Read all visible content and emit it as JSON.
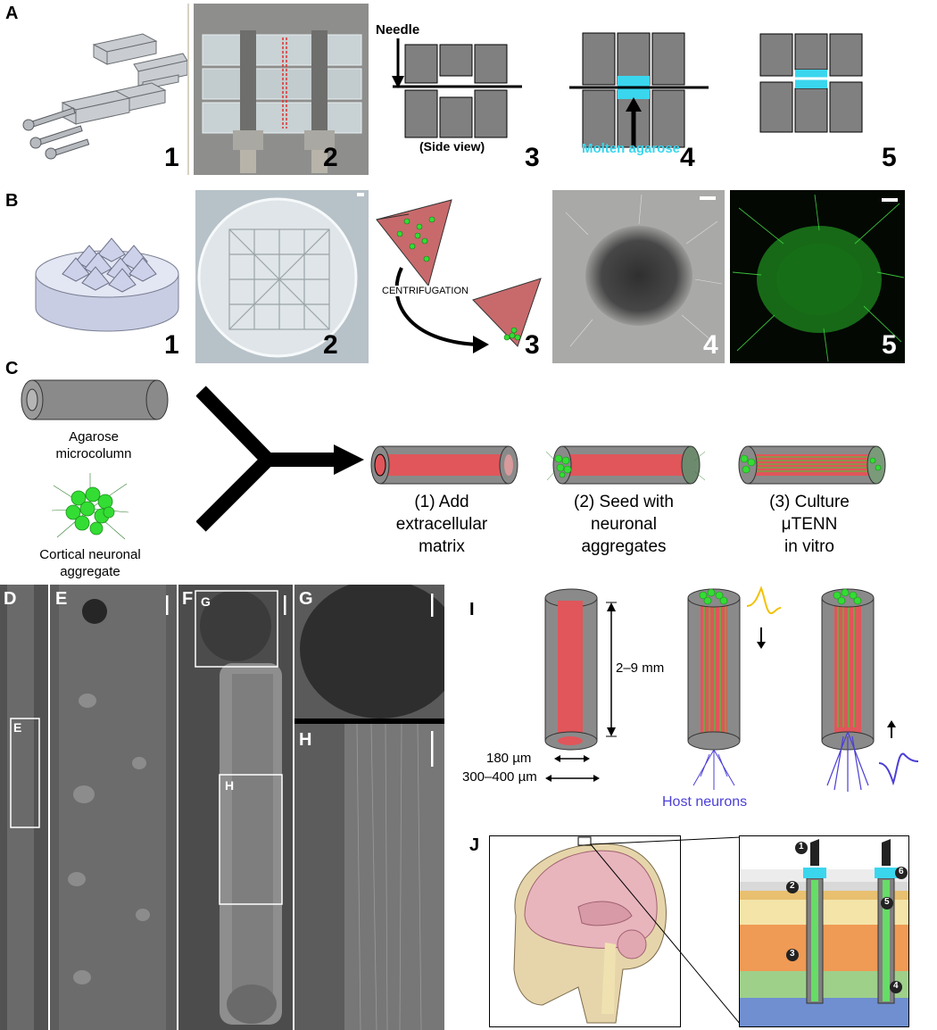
{
  "panels": {
    "A": "A",
    "B": "B",
    "C": "C",
    "D": "D",
    "E": "E",
    "F": "F",
    "G": "G",
    "H": "H",
    "I": "I",
    "J": "J"
  },
  "panel_a": {
    "steps": [
      "1",
      "2",
      "3",
      "4",
      "5"
    ],
    "needle": "Needle",
    "side_view": "(Side view)",
    "molten_agarose": "Molten agarose",
    "agarose_color": "#3ad6ee"
  },
  "panel_b": {
    "steps": [
      "1",
      "2",
      "3",
      "4",
      "5"
    ],
    "centrifugation": "CENTRIFUGATION"
  },
  "panel_c": {
    "agarose_microcolumn": "Agarose\nmicrocolumn",
    "cortical_aggregate": "Cortical neuronal\naggregate",
    "step1": "(1) Add\nextracellular\nmatrix",
    "step2": "(2) Seed with\nneuronal\naggregates",
    "step3": "(3) Culture\nμTENN\nin vitro",
    "ecm_color": "#e0565a",
    "neuron_color": "#33dd33"
  },
  "panel_dh": {
    "inset_e": "E",
    "inset_g": "G",
    "inset_h": "H"
  },
  "panel_i": {
    "length": "2–9 mm",
    "inner_diameter": "180 µm",
    "outer_diameter": "300–400 µm",
    "host_neurons": "Host neurons",
    "host_color": "#4b3fd6",
    "signal_color": "#f2c200"
  },
  "panel_j": {
    "markers": [
      "1",
      "2",
      "3",
      "4",
      "5",
      "6"
    ]
  }
}
